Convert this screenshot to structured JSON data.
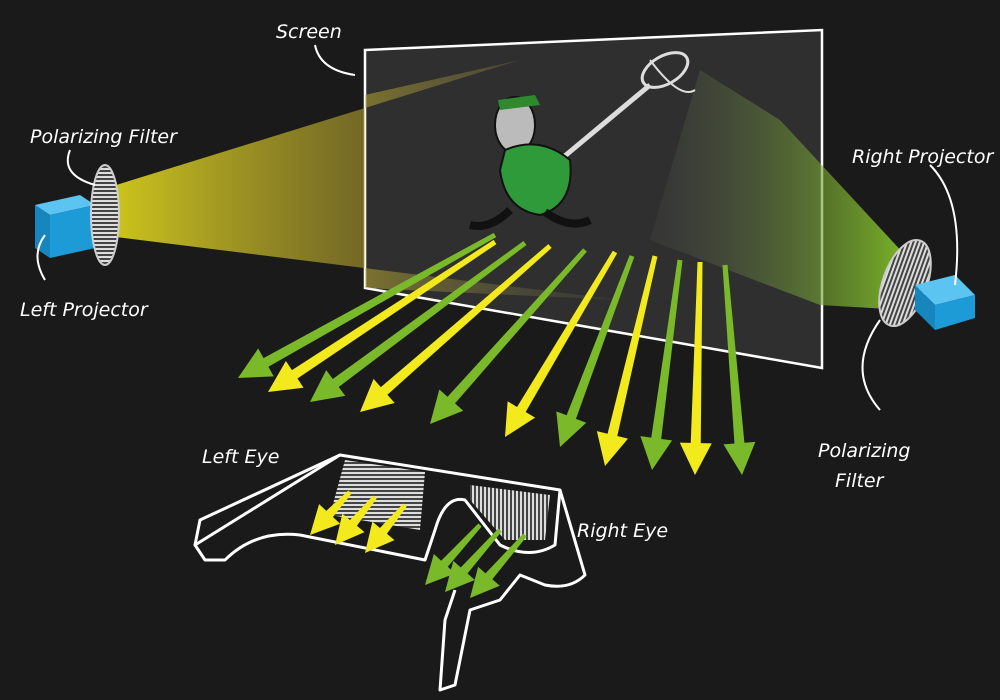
{
  "labels": {
    "screen": "Screen",
    "left_filter": "Polarizing Filter",
    "left_projector": "Left Projector",
    "right_projector": "Right Projector",
    "right_filter_line1": "Polarizing",
    "right_filter_line2": "Filter",
    "left_eye": "Left Eye",
    "right_eye": "Right Eye"
  },
  "colors": {
    "background": "#1b1a1a",
    "yellow_light": "#f2ea1c",
    "green_light": "#7ab929",
    "projector": "#1d9bd6",
    "outline": "#ffffff"
  }
}
